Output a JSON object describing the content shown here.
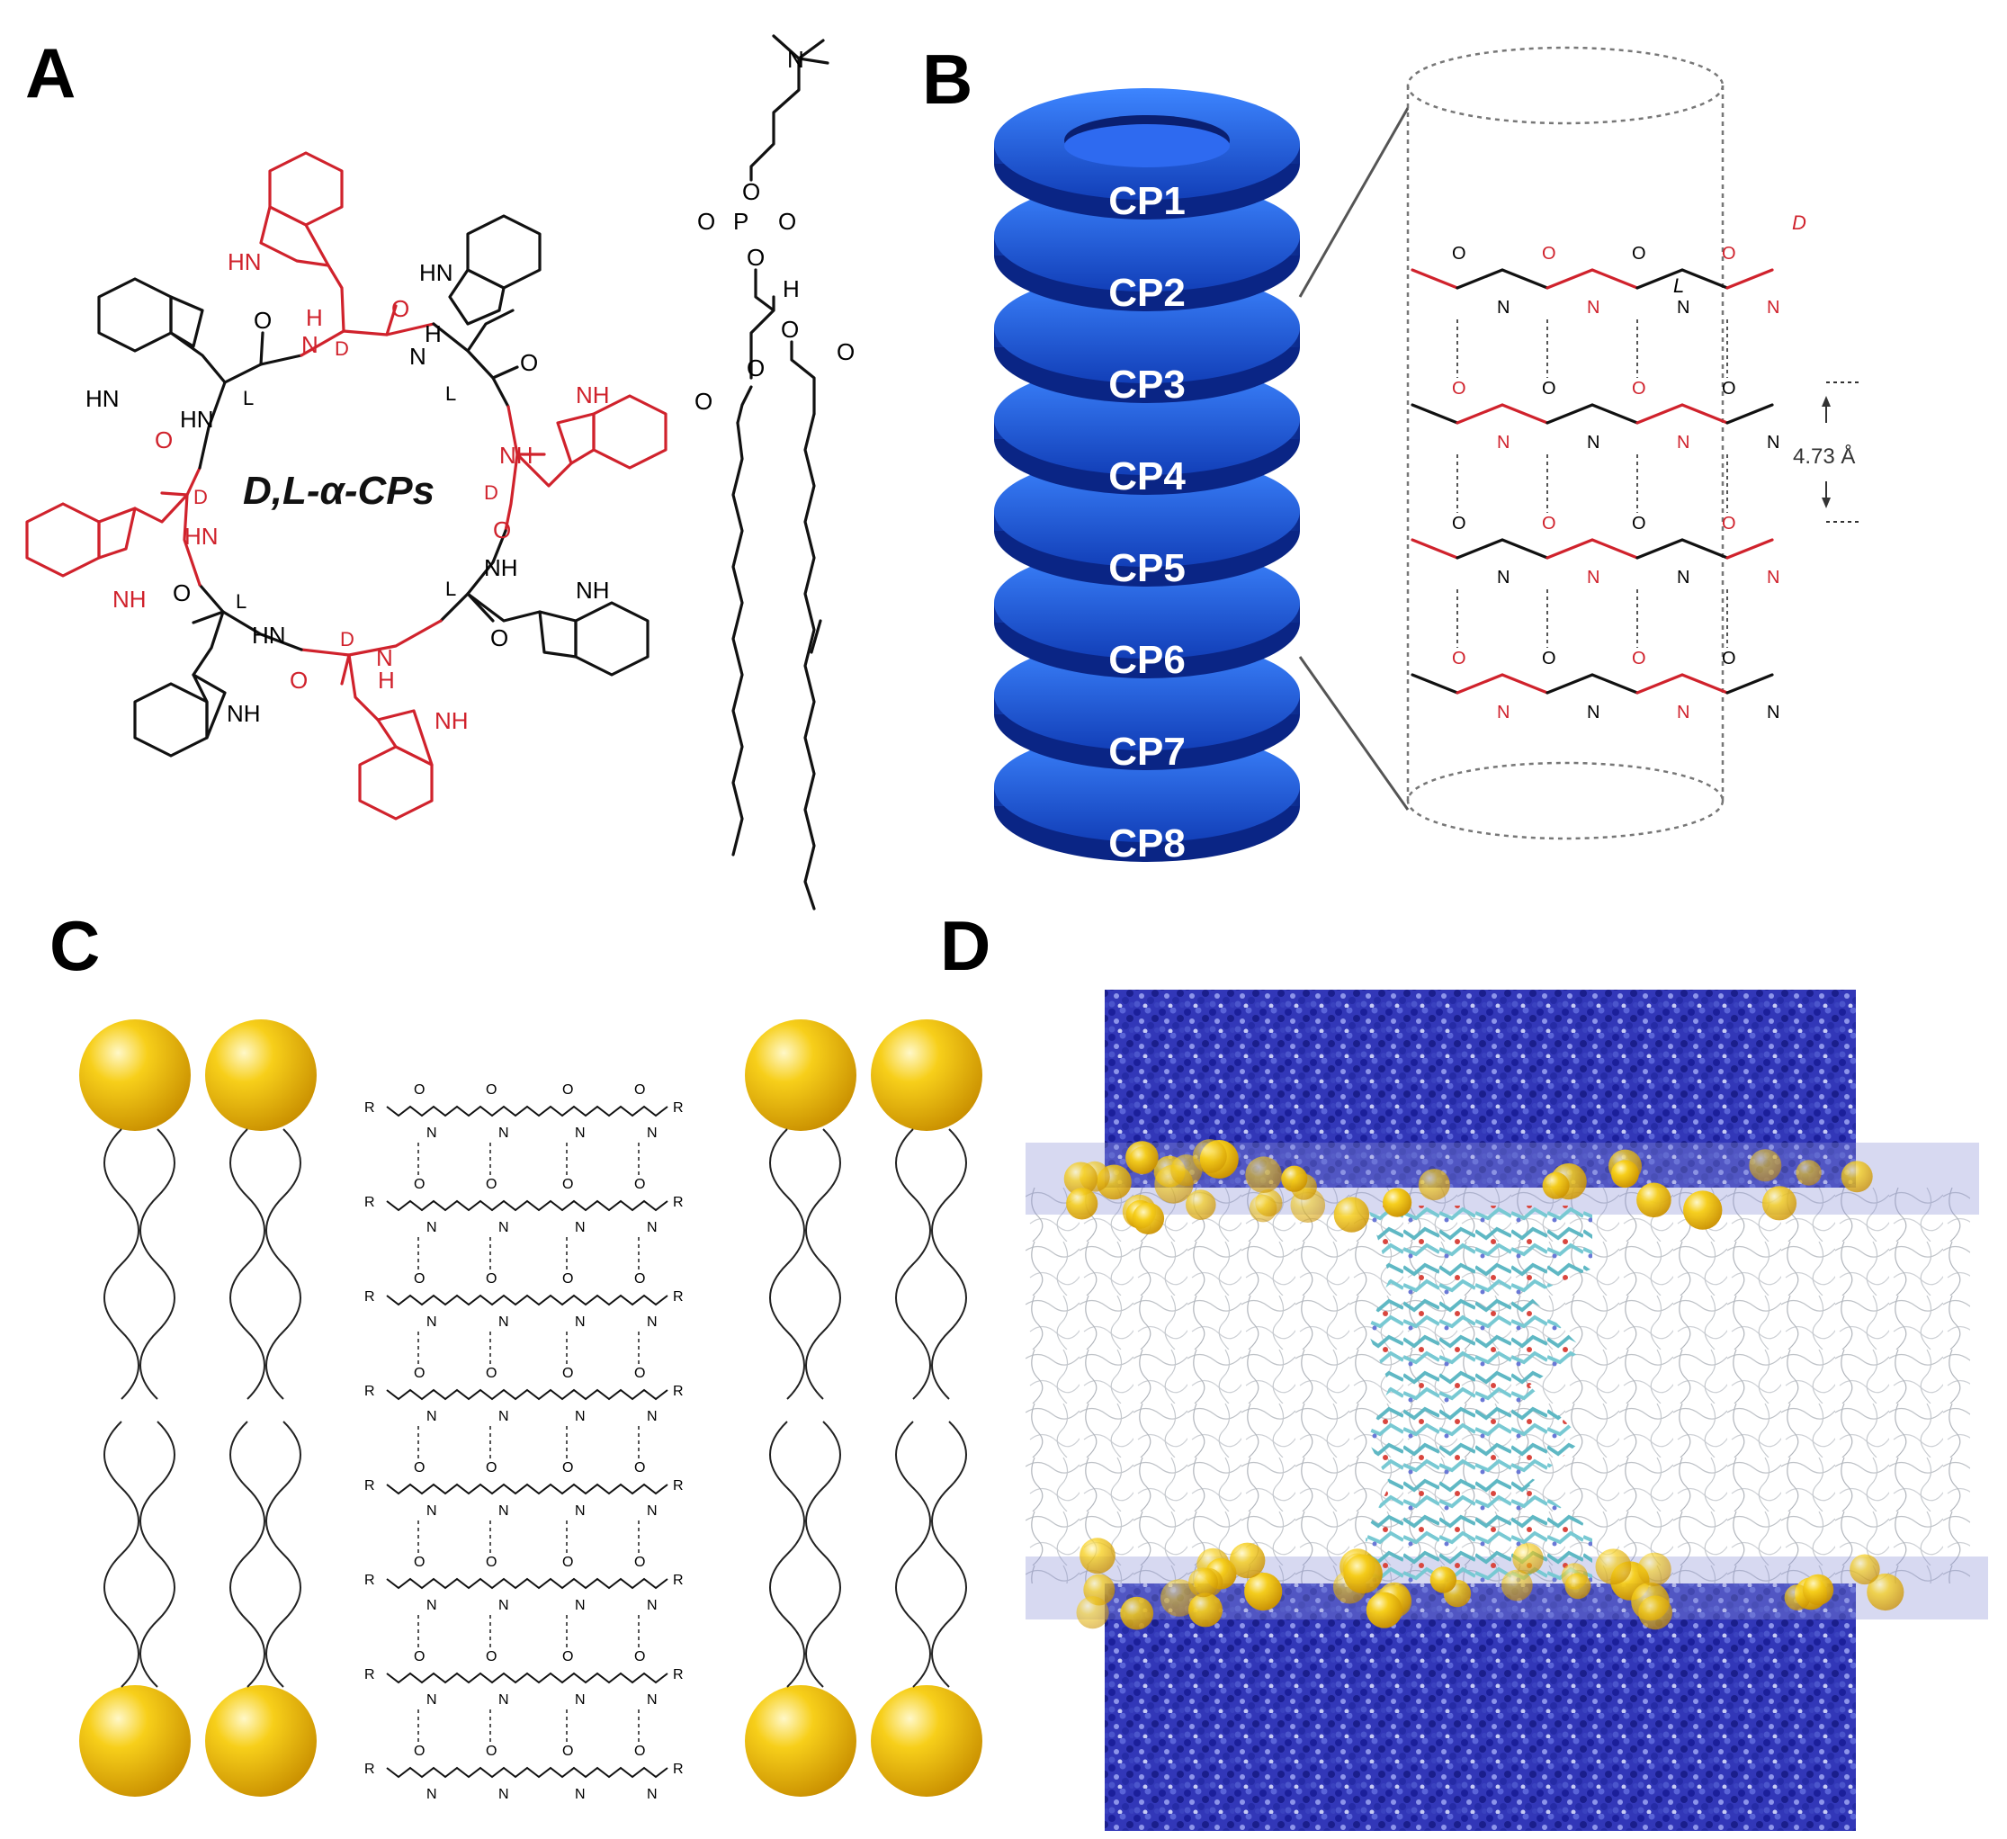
{
  "panels": {
    "a": {
      "letter": "A",
      "title": "D,L-α-CPs"
    },
    "b": {
      "letter": "B",
      "distance_label": "4.73 Å"
    },
    "c": {
      "letter": "C"
    },
    "d": {
      "letter": "D"
    }
  },
  "stack": {
    "rings": [
      "CP1",
      "CP2",
      "CP3",
      "CP4",
      "CP5",
      "CP6",
      "CP7",
      "CP8"
    ],
    "ring_color": "#1f5fe6"
  },
  "chem": {
    "HN": "HN",
    "NH": "NH",
    "HN_r": "HN",
    "NH_r": "NH",
    "O": "O",
    "H": "H",
    "N": "N",
    "D": "D",
    "L": "L",
    "R": "R",
    "P": "P",
    "Nplus": "N"
  },
  "colors": {
    "d_residue": "#d0222c",
    "l_residue": "#111111",
    "lipid_head": "#f2c200",
    "water": "#2a2fb0",
    "peptide": "#5fb8c4"
  }
}
